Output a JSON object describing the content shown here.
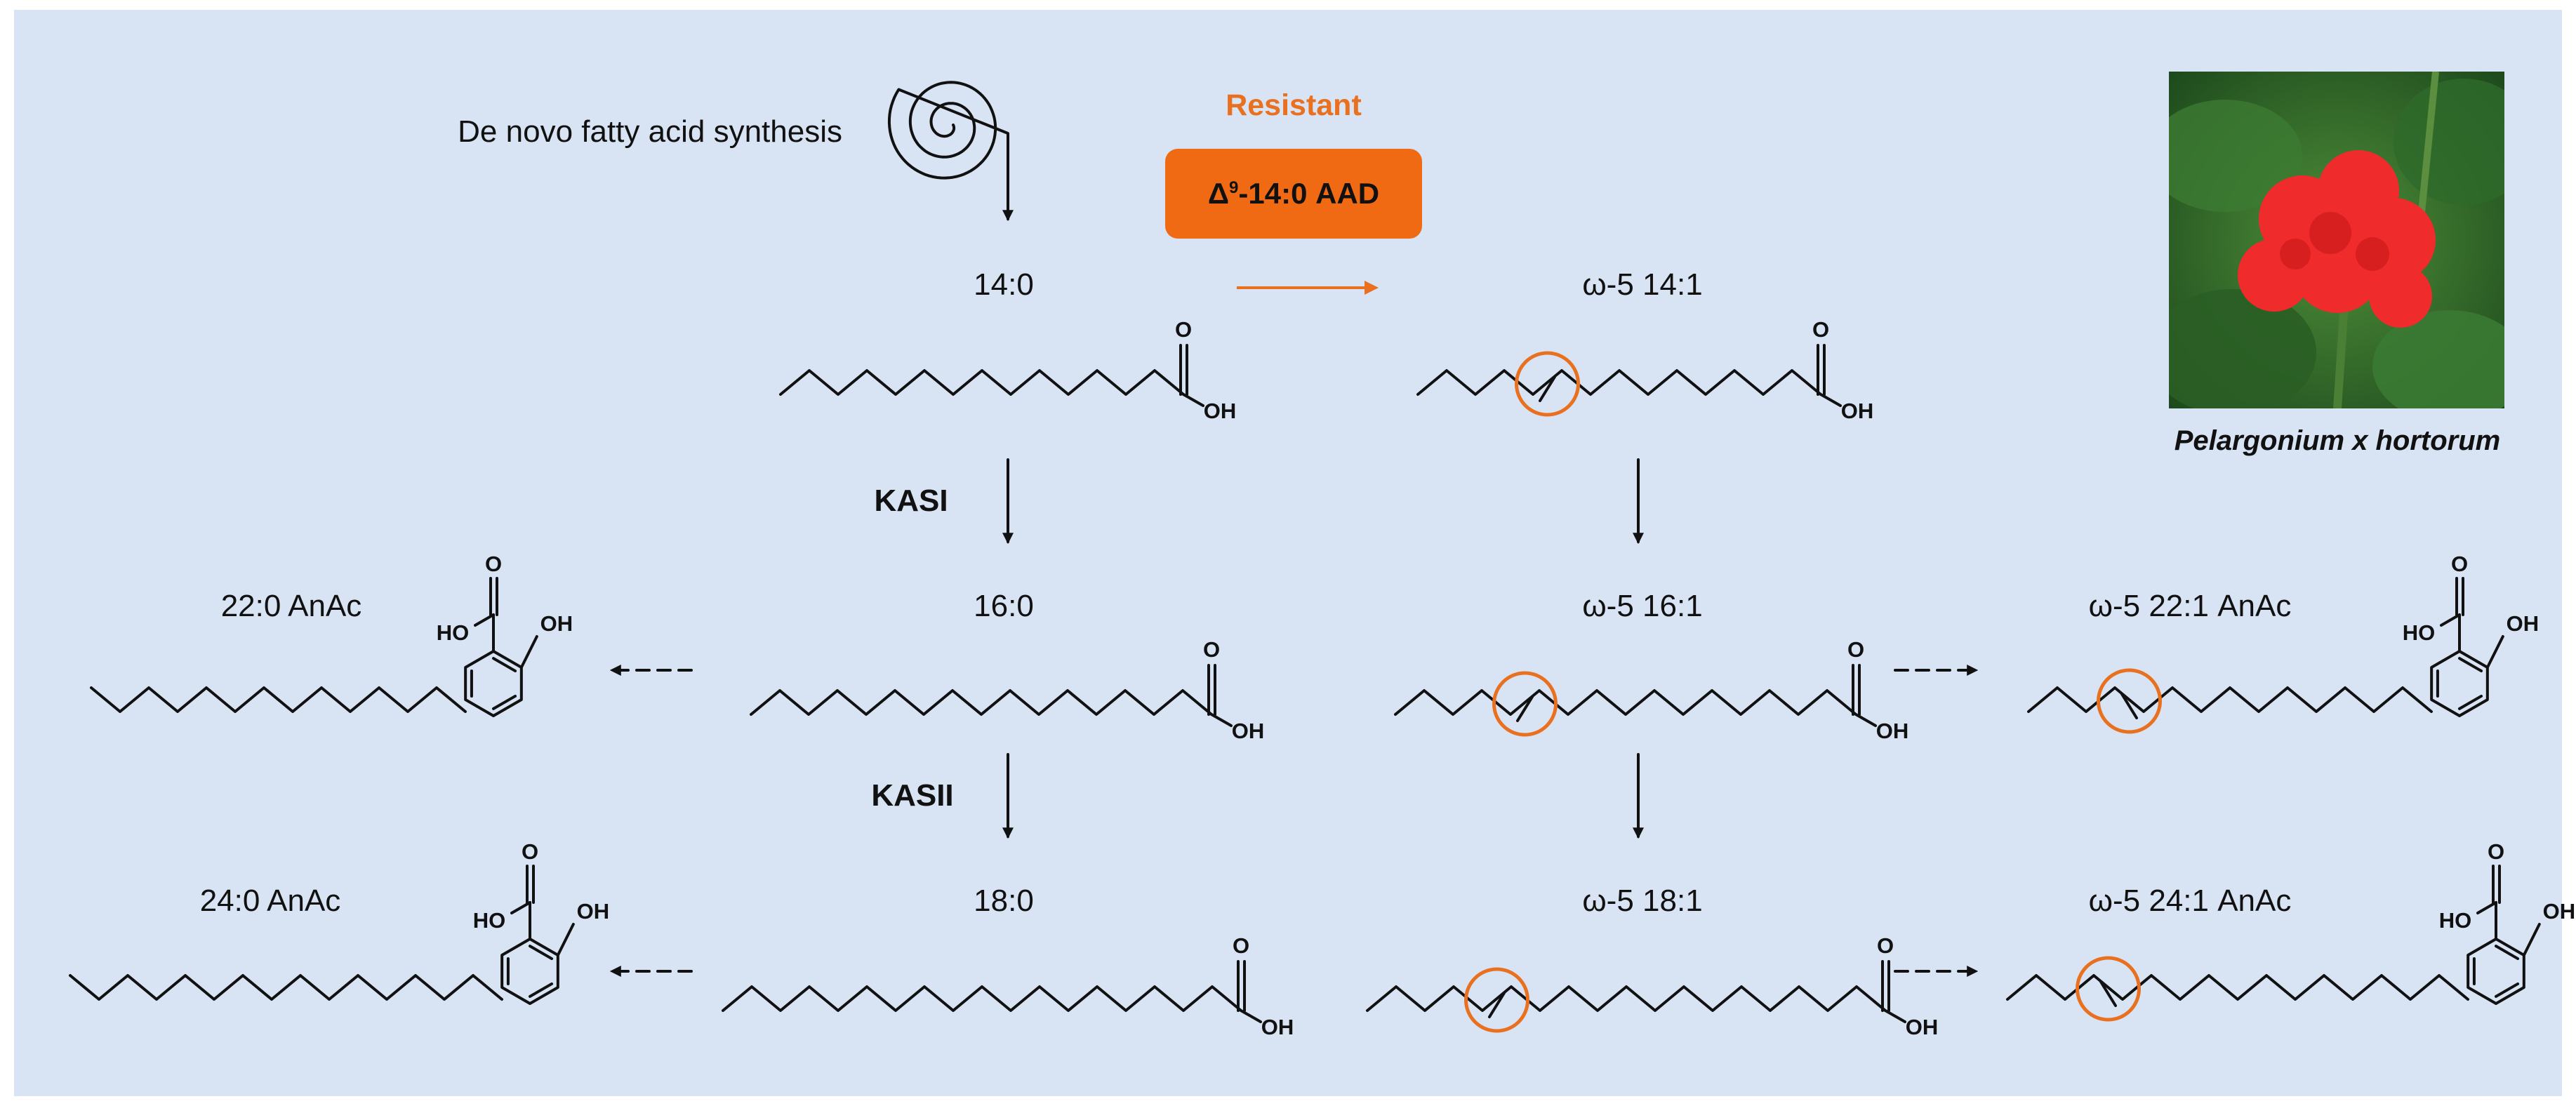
{
  "title": "De novo fatty acid synthesis",
  "resistant_label": "Resistant",
  "enzyme": {
    "delta": "Δ",
    "superscript": "9",
    "rest": "-14:0 AAD"
  },
  "kas_labels": {
    "kas1": "KASI",
    "kas2": "KASII"
  },
  "fatty_acids": {
    "c14_0": "14:0",
    "c16_0": "16:0",
    "c18_0": "18:0",
    "w5_14_1": "ω-5 14:1",
    "w5_16_1": "ω-5 16:1",
    "w5_18_1": "ω-5 18:1"
  },
  "anacardic_acids": {
    "c22_0": "22:0 AnAc",
    "c24_0": "24:0 AnAc",
    "w5_22_1": "ω-5 22:1 AnAc",
    "w5_24_1": "ω-5 24:1 AnAc"
  },
  "atoms": {
    "o": "O",
    "oh": "OH",
    "ho": "HO"
  },
  "photo_caption": "Pelargonium x hortorum",
  "colors": {
    "background": "#d8e3f3",
    "accent": "#ef6a12",
    "text": "#111111"
  }
}
